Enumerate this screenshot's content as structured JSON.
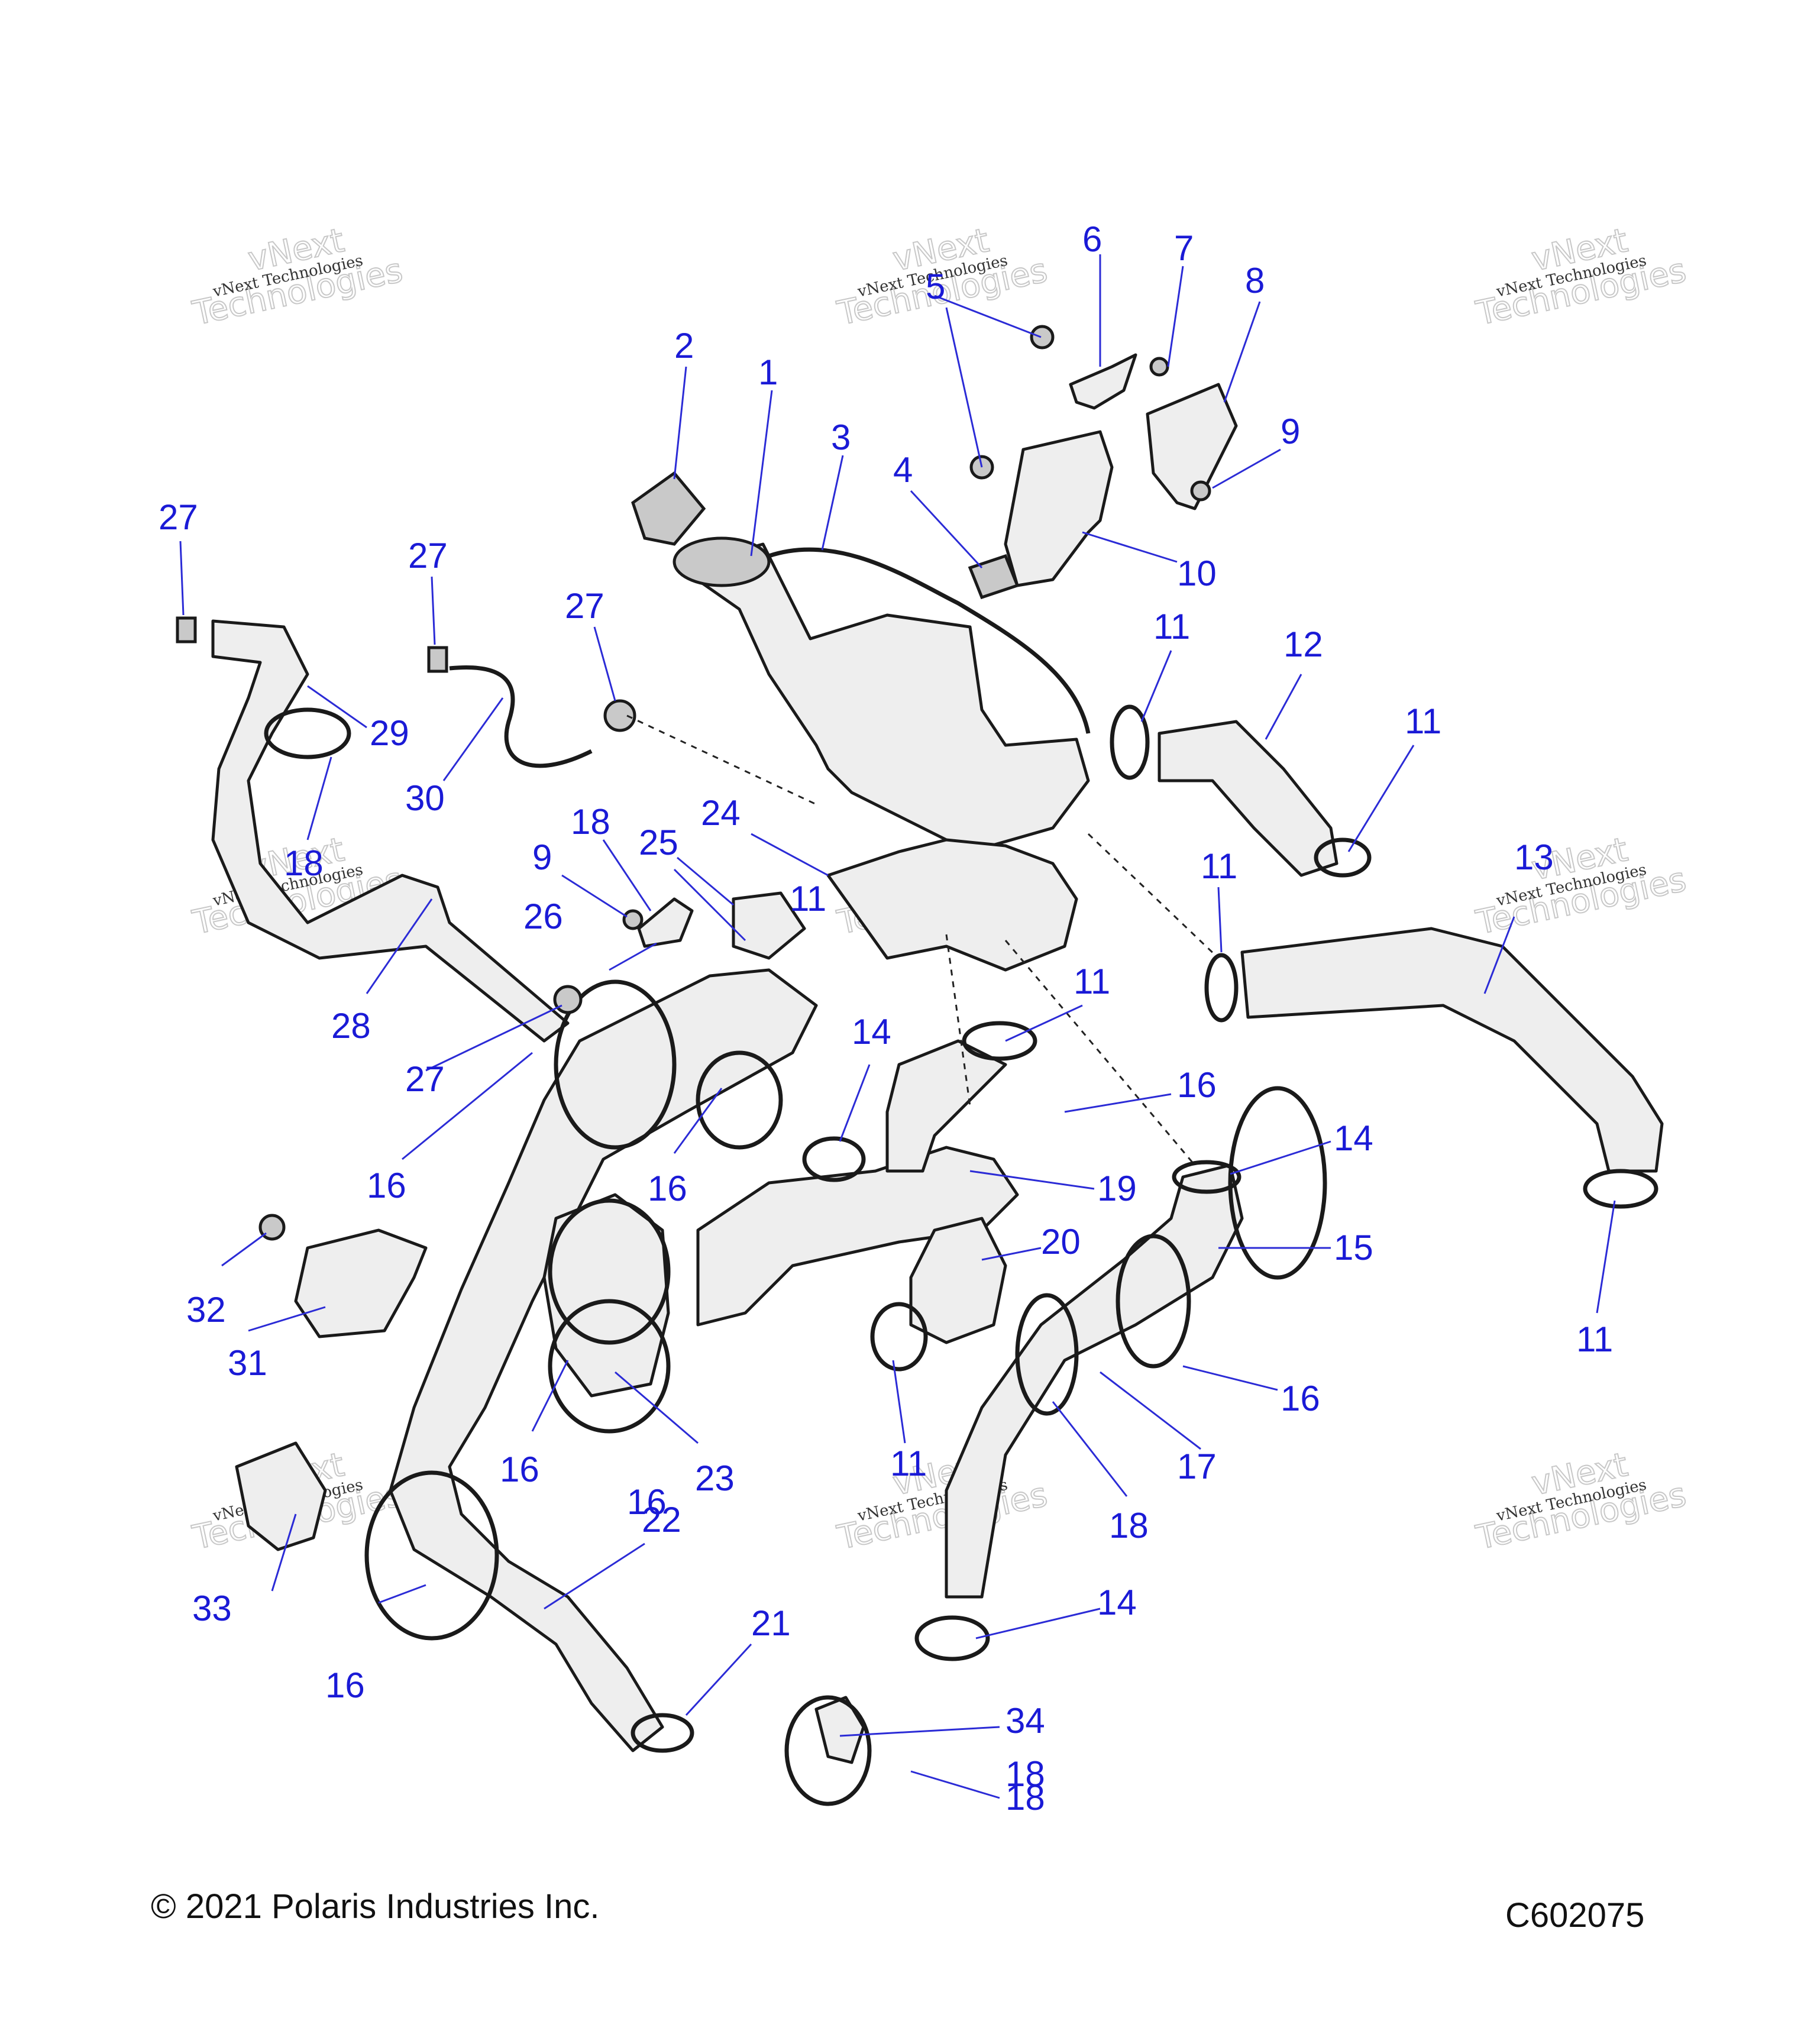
{
  "diagram": {
    "watermark_small": "vNext Technologies",
    "watermark_large_1": "vNext",
    "watermark_large_2": "Technologies",
    "callouts": [
      "1",
      "2",
      "3",
      "4",
      "5",
      "6",
      "7",
      "8",
      "9",
      "9",
      "10",
      "11",
      "11",
      "11",
      "11",
      "11",
      "11",
      "11",
      "12",
      "13",
      "14",
      "14",
      "14",
      "15",
      "16",
      "16",
      "16",
      "16",
      "16",
      "16",
      "16",
      "17",
      "18",
      "18",
      "18",
      "18",
      "18",
      "19",
      "20",
      "21",
      "22",
      "23",
      "24",
      "25",
      "26",
      "27",
      "27",
      "27",
      "27",
      "28",
      "29",
      "30",
      "31",
      "32",
      "33",
      "34"
    ]
  },
  "footer": {
    "copyright": "© 2021 Polaris Industries Inc.",
    "figure_code": "C602075"
  }
}
